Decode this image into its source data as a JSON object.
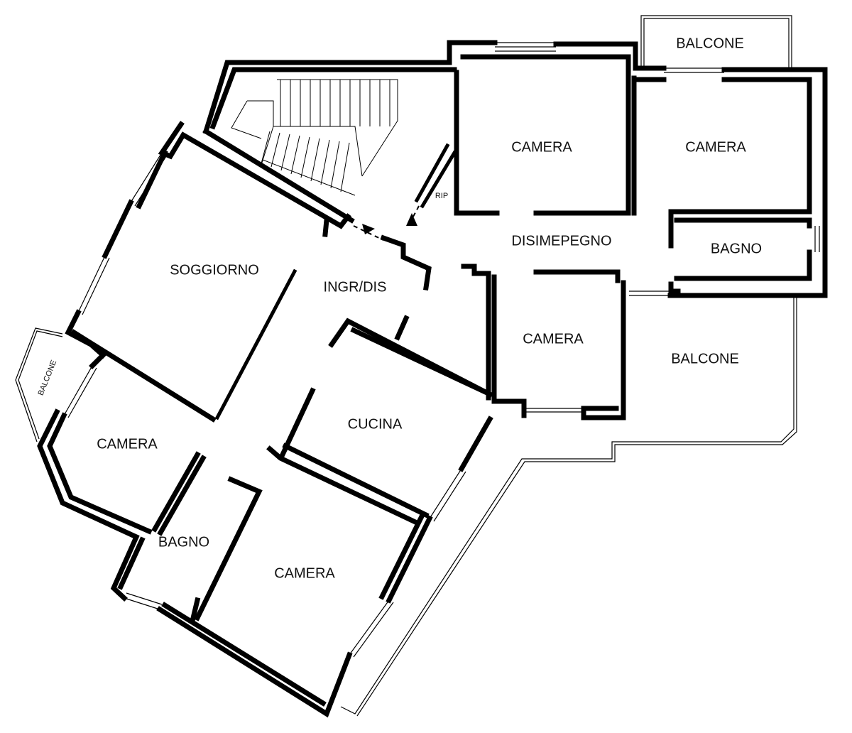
{
  "plan": {
    "rooms": [
      {
        "key": "balcone_top",
        "label": "BALCONE"
      },
      {
        "key": "camera_top1",
        "label": "CAMERA"
      },
      {
        "key": "camera_top2",
        "label": "CAMERA"
      },
      {
        "key": "rip",
        "label": "RIP"
      },
      {
        "key": "disimpegno",
        "label": "DISIMEPEGNO"
      },
      {
        "key": "bagno_right",
        "label": "BAGNO"
      },
      {
        "key": "soggiorno",
        "label": "SOGGIORNO"
      },
      {
        "key": "ingresso",
        "label": "INGR/DIS"
      },
      {
        "key": "camera_mid",
        "label": "CAMERA"
      },
      {
        "key": "balcone_right",
        "label": "BALCONE"
      },
      {
        "key": "balcone_left",
        "label": "BALCONE"
      },
      {
        "key": "cucina",
        "label": "CUCINA"
      },
      {
        "key": "camera_left",
        "label": "CAMERA"
      },
      {
        "key": "bagno_left",
        "label": "BAGNO"
      },
      {
        "key": "camera_bottom",
        "label": "CAMERA"
      }
    ]
  }
}
